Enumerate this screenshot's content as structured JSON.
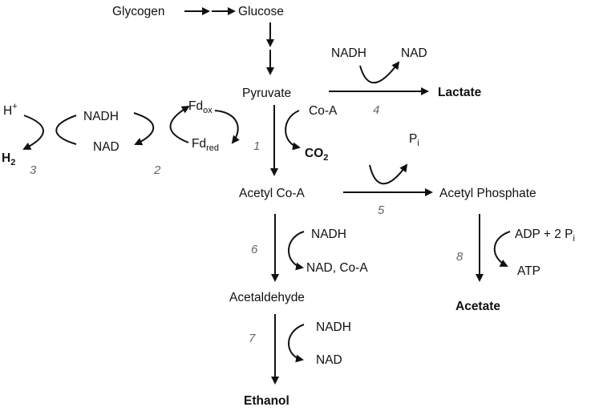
{
  "labels": {
    "glycogen": "Glycogen",
    "glucose": "Glucose",
    "pyruvate": "Pyruvate",
    "coa_in": "Co-A",
    "co2_main": "CO",
    "co2_sub": "2",
    "lactate": "Lactate",
    "nadh_lactate": "NADH",
    "nad_lactate": "NAD",
    "h_plus_main": "H",
    "h_plus_sup": "+",
    "h2_main": "H",
    "h2_sub": "2",
    "nadh_h2": "NADH",
    "nad_h2": "NAD",
    "fd_ox_main": "Fd",
    "fd_ox_sub": "ox",
    "fd_red_main": "Fd",
    "fd_red_sub": "red",
    "acetyl_coa": "Acetyl Co-A",
    "pi_main": "P",
    "pi_sub": "i",
    "acetyl_phosphate": "Acetyl Phosphate",
    "nadh_6": "NADH",
    "nad_coa_6": "NAD, Co-A",
    "acetaldehyde": "Acetaldehyde",
    "nadh_7": "NADH",
    "nad_7": "NAD",
    "ethanol": "Ethanol",
    "adp_main": "ADP + 2 P",
    "adp_sub": "i",
    "atp": "ATP",
    "acetate": "Acetate"
  },
  "steps": [
    "1",
    "2",
    "3",
    "4",
    "5",
    "6",
    "7",
    "8"
  ]
}
